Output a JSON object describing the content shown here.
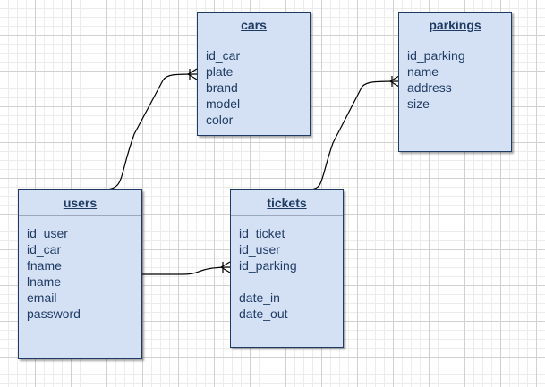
{
  "entities": {
    "cars": {
      "title": "cars",
      "fields": [
        "id_car",
        "plate",
        "brand",
        "model",
        "color"
      ]
    },
    "parkings": {
      "title": "parkings",
      "fields": [
        "id_parking",
        "name",
        "address",
        "size"
      ]
    },
    "users": {
      "title": "users",
      "fields": [
        "id_user",
        "id_car",
        "fname",
        "lname",
        "email",
        "password"
      ]
    },
    "tickets": {
      "title": "tickets",
      "fields": [
        "id_ticket",
        "id_user",
        "id_parking",
        "",
        "date_in",
        "date_out"
      ]
    }
  },
  "relations": [
    {
      "from": "users",
      "to": "cars",
      "end": "crows-foot"
    },
    {
      "from": "tickets",
      "to": "parkings",
      "end": "crows-foot"
    },
    {
      "from": "users",
      "to": "tickets",
      "end": "crows-foot"
    }
  ],
  "colors": {
    "fill": "#d4e1f5",
    "stroke": "#1f3b63",
    "line": "#000000"
  }
}
